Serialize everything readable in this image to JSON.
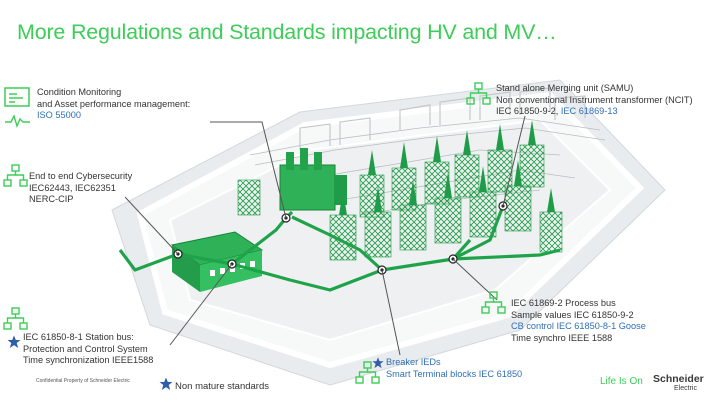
{
  "slide": {
    "title": "More Regulations and Standards impacting HV and MV…"
  },
  "callouts": {
    "condition": {
      "line1": "Condition Monitoring",
      "line2": "and Asset performance management:",
      "line3": "ISO 55000"
    },
    "samu": {
      "line1": "Stand alone Merging unit (SAMU)",
      "line2": "Non conventional Instrument transformer (NCIT)",
      "line3a": "IEC 61850-9-2, ",
      "line3b": "IEC 61869-13"
    },
    "cyber": {
      "line1": "End to end Cybersecurity",
      "line2": "IEC62443, IEC62351",
      "line3": "NERC-CIP"
    },
    "process_bus": {
      "line1": "IEC 61869-2 Process bus",
      "line2": "Sample values IEC 61850-9-2",
      "line3": "CB control IEC 61850-8-1 Goose",
      "line4": "Time synchro IEEE 1588"
    },
    "station_bus": {
      "line1": "IEC 61850-8-1 Station bus:",
      "line2": "Protection and Control System",
      "line3": "Time synchronization  IEEE1588"
    },
    "breaker": {
      "line1": "Breaker IEDs",
      "line2": "Smart Terminal blocks IEC 61850"
    }
  },
  "footer": {
    "confidential": "Confidential Property of Schneider Electric",
    "legend_label": "Non mature standards",
    "tagline": "Life Is On",
    "brand": "Schneider",
    "brand_sub": "Electric"
  },
  "colors": {
    "title_green": "#3dcd58",
    "network_green": "#1fa34a",
    "standard_blue": "#2f6fb6",
    "legend_star": "#2f5cab"
  },
  "icons": {
    "condition": "monitoring-dashboard-icon",
    "network": "network-topology-icon",
    "legend": "star-icon"
  }
}
